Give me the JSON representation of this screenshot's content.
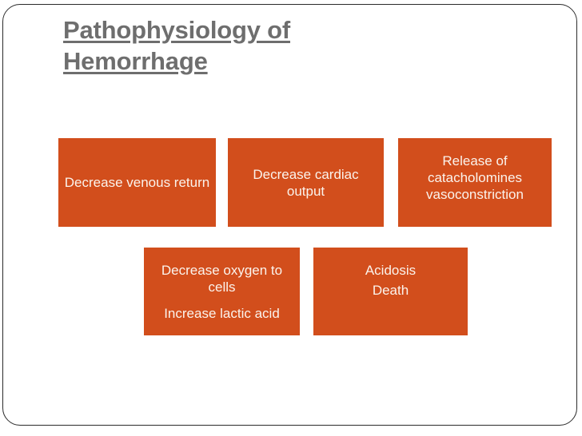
{
  "slide": {
    "title": "Pathophysiology of\nHemorrhage",
    "background_color": "#ffffff",
    "border_color": "#2b2b2b",
    "title_color": "#6e6e6e",
    "box_color": "#d24e1c",
    "box_text_color": "#fbf3ec"
  },
  "diagram_data": {
    "type": "flow-boxes",
    "rows": [
      {
        "boxes": [
          {
            "name": "decrease-venous-return",
            "lines": [
              "Decrease venous return"
            ]
          },
          {
            "name": "decrease-cardiac-output",
            "lines": [
              "Decrease cardiac output"
            ]
          },
          {
            "name": "release-of-catacholomines",
            "lines": [
              "Release of catacholomines vasoconstriction"
            ]
          }
        ]
      },
      {
        "boxes": [
          {
            "name": "decrease-oxygen-increase-lactic-acid",
            "lines": [
              "Decrease oxygen to cells",
              "Increase lactic acid"
            ]
          },
          {
            "name": "acidosis-death",
            "lines": [
              "Acidosis",
              "Death"
            ]
          }
        ]
      }
    ]
  },
  "boxes": {
    "venous_return": {
      "text": "Decrease venous return"
    },
    "cardiac_output": {
      "text": "Decrease cardiac output"
    },
    "catecholamines": {
      "text": "Release of catacholomines vasoconstriction"
    },
    "oxygen_lactic": {
      "line1": "Decrease oxygen to cells",
      "line2": "Increase lactic acid"
    },
    "acidosis_death": {
      "line1": "Acidosis",
      "line2": "Death"
    }
  }
}
